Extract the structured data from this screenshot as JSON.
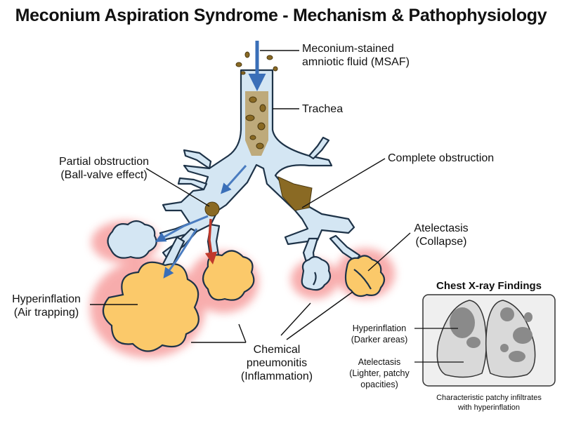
{
  "title": "Meconium Aspiration Syndrome - Mechanism & Pathophysiology",
  "labels": {
    "msaf": [
      "Meconium-stained",
      "amniotic fluid (MSAF)"
    ],
    "trachea": "Trachea",
    "partial": [
      "Partial obstruction",
      "(Ball-valve effect)"
    ],
    "complete": "Complete obstruction",
    "atelectasis": [
      "Atelectasis",
      "(Collapse)"
    ],
    "hyperinflation": [
      "Hyperinflation",
      "(Air trapping)"
    ],
    "pneumonitis": [
      "Chemical",
      "pneumonitis",
      "(Inflammation)"
    ]
  },
  "xray": {
    "title": "Chest X-ray Findings",
    "hyper": [
      "Hyperinflation",
      "(Darker areas)"
    ],
    "atel": [
      "Atelectasis",
      "(Lighter, patchy",
      "opacities)"
    ],
    "caption": [
      "Characteristic patchy infiltrates",
      "with hyperinflation"
    ]
  },
  "colors": {
    "airway_fill": "#d4e6f3",
    "airway_stroke": "#1e3348",
    "meconium": "#8a6a24",
    "alveoli": "#fbc96a",
    "inflammation_glow": "#f26b6b",
    "air_arrow": "#4a7cc0",
    "trapped_arrow": "#c0392b",
    "xray_bg": "#efefef",
    "lung_light": "#d9d9d9",
    "lung_dark": "#8a8a8a"
  }
}
